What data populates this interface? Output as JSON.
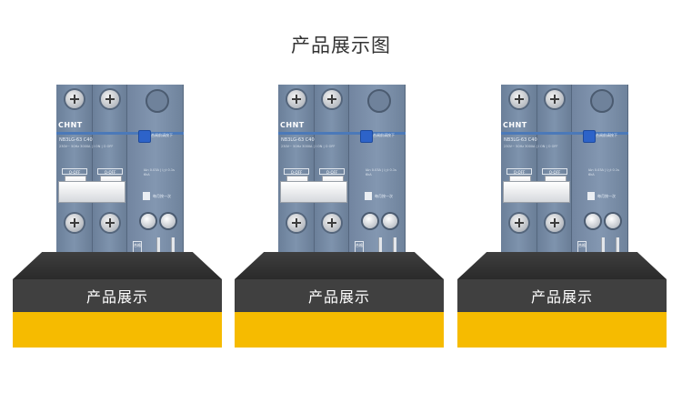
{
  "page": {
    "title": "产品展示图"
  },
  "products": [
    {
      "pedestal_label": "产品展示",
      "breaker": {
        "brand": "CHNT",
        "model": "NB3LG-63  C40",
        "spec": "230V~ 50Hz 3000A | I ON | O OFF",
        "off_labels": [
          "O-OFF",
          "O-OFF"
        ],
        "test_note": "合闸前请按下",
        "sensitivity": "IΔn 0.03A | I△t 0.1s  6kA",
        "reset_note": "每月按一次",
        "bottom_label": "合格"
      }
    },
    {
      "pedestal_label": "产品展示",
      "breaker": {
        "brand": "CHNT",
        "model": "NB3LG-63  C40",
        "spec": "230V~ 50Hz 3000A | I ON | O OFF",
        "off_labels": [
          "O-OFF",
          "O-OFF"
        ],
        "test_note": "合闸前请按下",
        "sensitivity": "IΔn 0.03A | I△t 0.1s  6kA",
        "reset_note": "每月按一次",
        "bottom_label": "合格"
      }
    },
    {
      "pedestal_label": "产品展示",
      "breaker": {
        "brand": "CHNT",
        "model": "NB3LG-63  C40",
        "spec": "230V~ 50Hz 3000A | I ON | O OFF",
        "off_labels": [
          "O-OFF",
          "O-OFF"
        ],
        "test_note": "合闸前请按下",
        "sensitivity": "IΔn 0.03A | I△t 0.1s  6kA",
        "reset_note": "每月按一次",
        "bottom_label": "合格"
      }
    }
  ],
  "colors": {
    "breaker_body": "#7a8fa9",
    "label_band": "#4b79b9",
    "test_button": "#2d63c9",
    "pedestal_dark": "#404040",
    "pedestal_gold": "#f6bb00"
  }
}
